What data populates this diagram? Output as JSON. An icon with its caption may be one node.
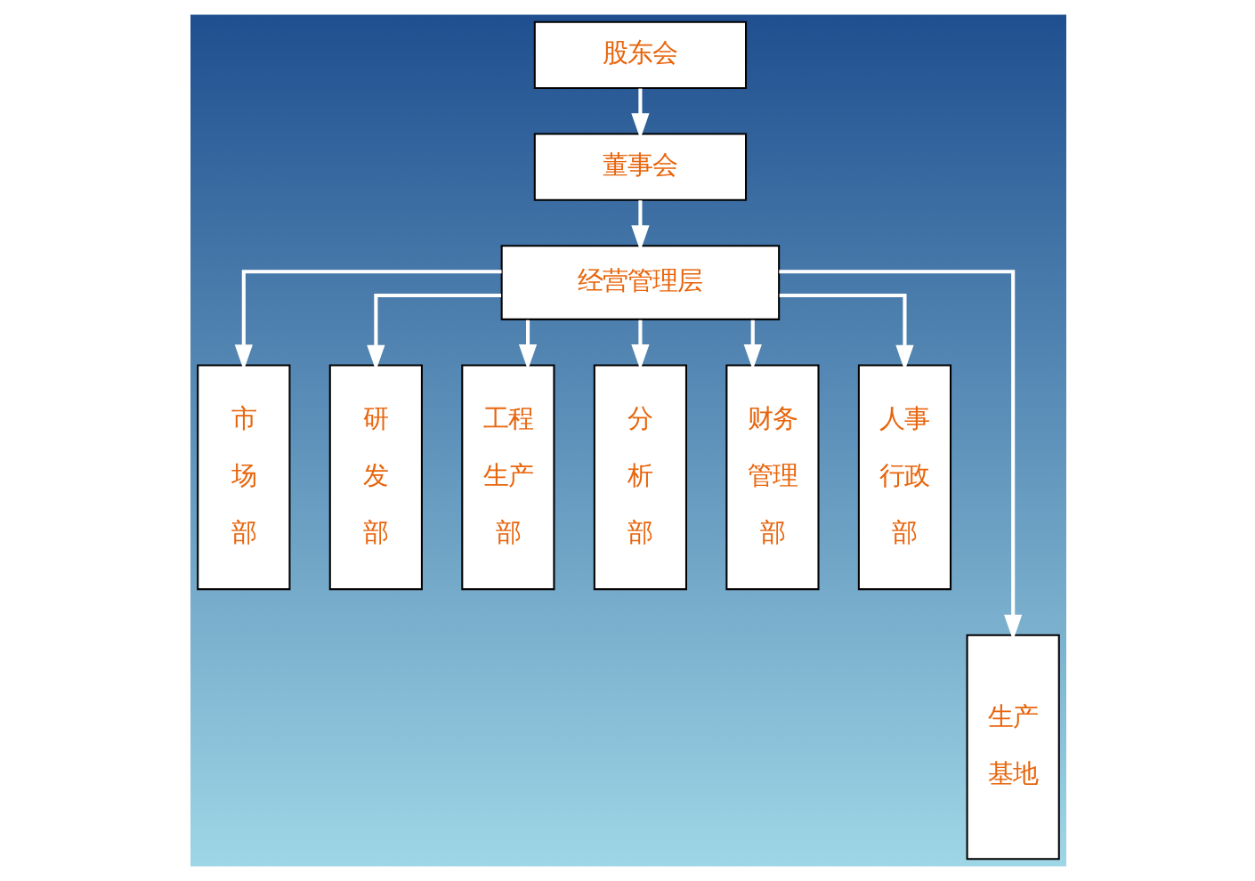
{
  "diagram": {
    "nodes": [
      {
        "text": [
          "股东会"
        ]
      },
      {
        "text": [
          "董事会"
        ]
      },
      {
        "text": [
          "经营管理层"
        ]
      },
      {
        "text": [
          "市场部"
        ]
      },
      {
        "text": [
          "研发部"
        ]
      },
      {
        "text": [
          "工程生产部"
        ]
      },
      {
        "text": [
          "分析部"
        ]
      },
      {
        "text": [
          "财务管理部"
        ]
      },
      {
        "text": [
          "人事行政部"
        ]
      },
      {
        "text": [
          "生产基地"
        ]
      }
    ],
    "edges": [
      {
        "from": 0,
        "to": 1,
        "arrow": "to"
      },
      {
        "from": 1,
        "to": 2,
        "arrow": "to"
      },
      {
        "from": 2,
        "to": 3,
        "arrow": "to"
      },
      {
        "from": 2,
        "to": 4,
        "arrow": "to"
      },
      {
        "from": 2,
        "to": 5,
        "arrow": "to"
      },
      {
        "from": 2,
        "to": 6,
        "arrow": "to"
      },
      {
        "from": 2,
        "to": 7,
        "arrow": "to"
      },
      {
        "from": 2,
        "to": 8,
        "arrow": "to"
      },
      {
        "from": 2,
        "to": 9,
        "arrow": "to"
      }
    ]
  }
}
